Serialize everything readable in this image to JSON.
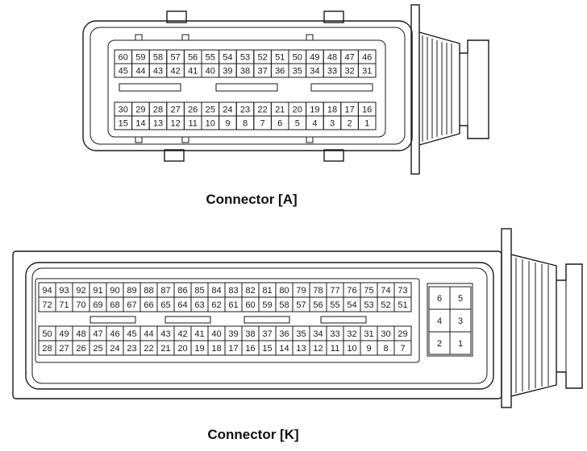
{
  "connector_a": {
    "caption": "Connector [A]",
    "rows": [
      [
        "60",
        "59",
        "58",
        "57",
        "56",
        "55",
        "54",
        "53",
        "52",
        "51",
        "50",
        "49",
        "48",
        "47",
        "46"
      ],
      [
        "45",
        "44",
        "43",
        "42",
        "41",
        "40",
        "39",
        "38",
        "37",
        "36",
        "35",
        "34",
        "33",
        "32",
        "31"
      ],
      [
        "30",
        "29",
        "28",
        "27",
        "26",
        "25",
        "24",
        "23",
        "22",
        "21",
        "20",
        "19",
        "18",
        "17",
        "16"
      ],
      [
        "15",
        "14",
        "13",
        "12",
        "11",
        "10",
        "9",
        "8",
        "7",
        "6",
        "5",
        "4",
        "3",
        "2",
        "1"
      ]
    ]
  },
  "connector_k": {
    "caption": "Connector [K]",
    "rows": [
      [
        "94",
        "93",
        "92",
        "91",
        "90",
        "89",
        "88",
        "87",
        "86",
        "85",
        "84",
        "83",
        "82",
        "81",
        "80",
        "79",
        "78",
        "77",
        "76",
        "75",
        "74",
        "73"
      ],
      [
        "72",
        "71",
        "70",
        "69",
        "68",
        "67",
        "66",
        "65",
        "64",
        "63",
        "62",
        "61",
        "60",
        "59",
        "58",
        "57",
        "56",
        "55",
        "54",
        "53",
        "52",
        "51"
      ],
      [
        "50",
        "49",
        "48",
        "47",
        "46",
        "45",
        "44",
        "43",
        "42",
        "41",
        "40",
        "39",
        "38",
        "37",
        "36",
        "35",
        "34",
        "33",
        "32",
        "31",
        "30",
        "29"
      ],
      [
        "28",
        "27",
        "26",
        "25",
        "24",
        "23",
        "22",
        "21",
        "20",
        "19",
        "18",
        "17",
        "16",
        "15",
        "14",
        "13",
        "12",
        "11",
        "10",
        "9",
        "8",
        "7"
      ]
    ],
    "side_block": [
      [
        "6",
        "5"
      ],
      [
        "4",
        "3"
      ],
      [
        "2",
        "1"
      ]
    ]
  }
}
